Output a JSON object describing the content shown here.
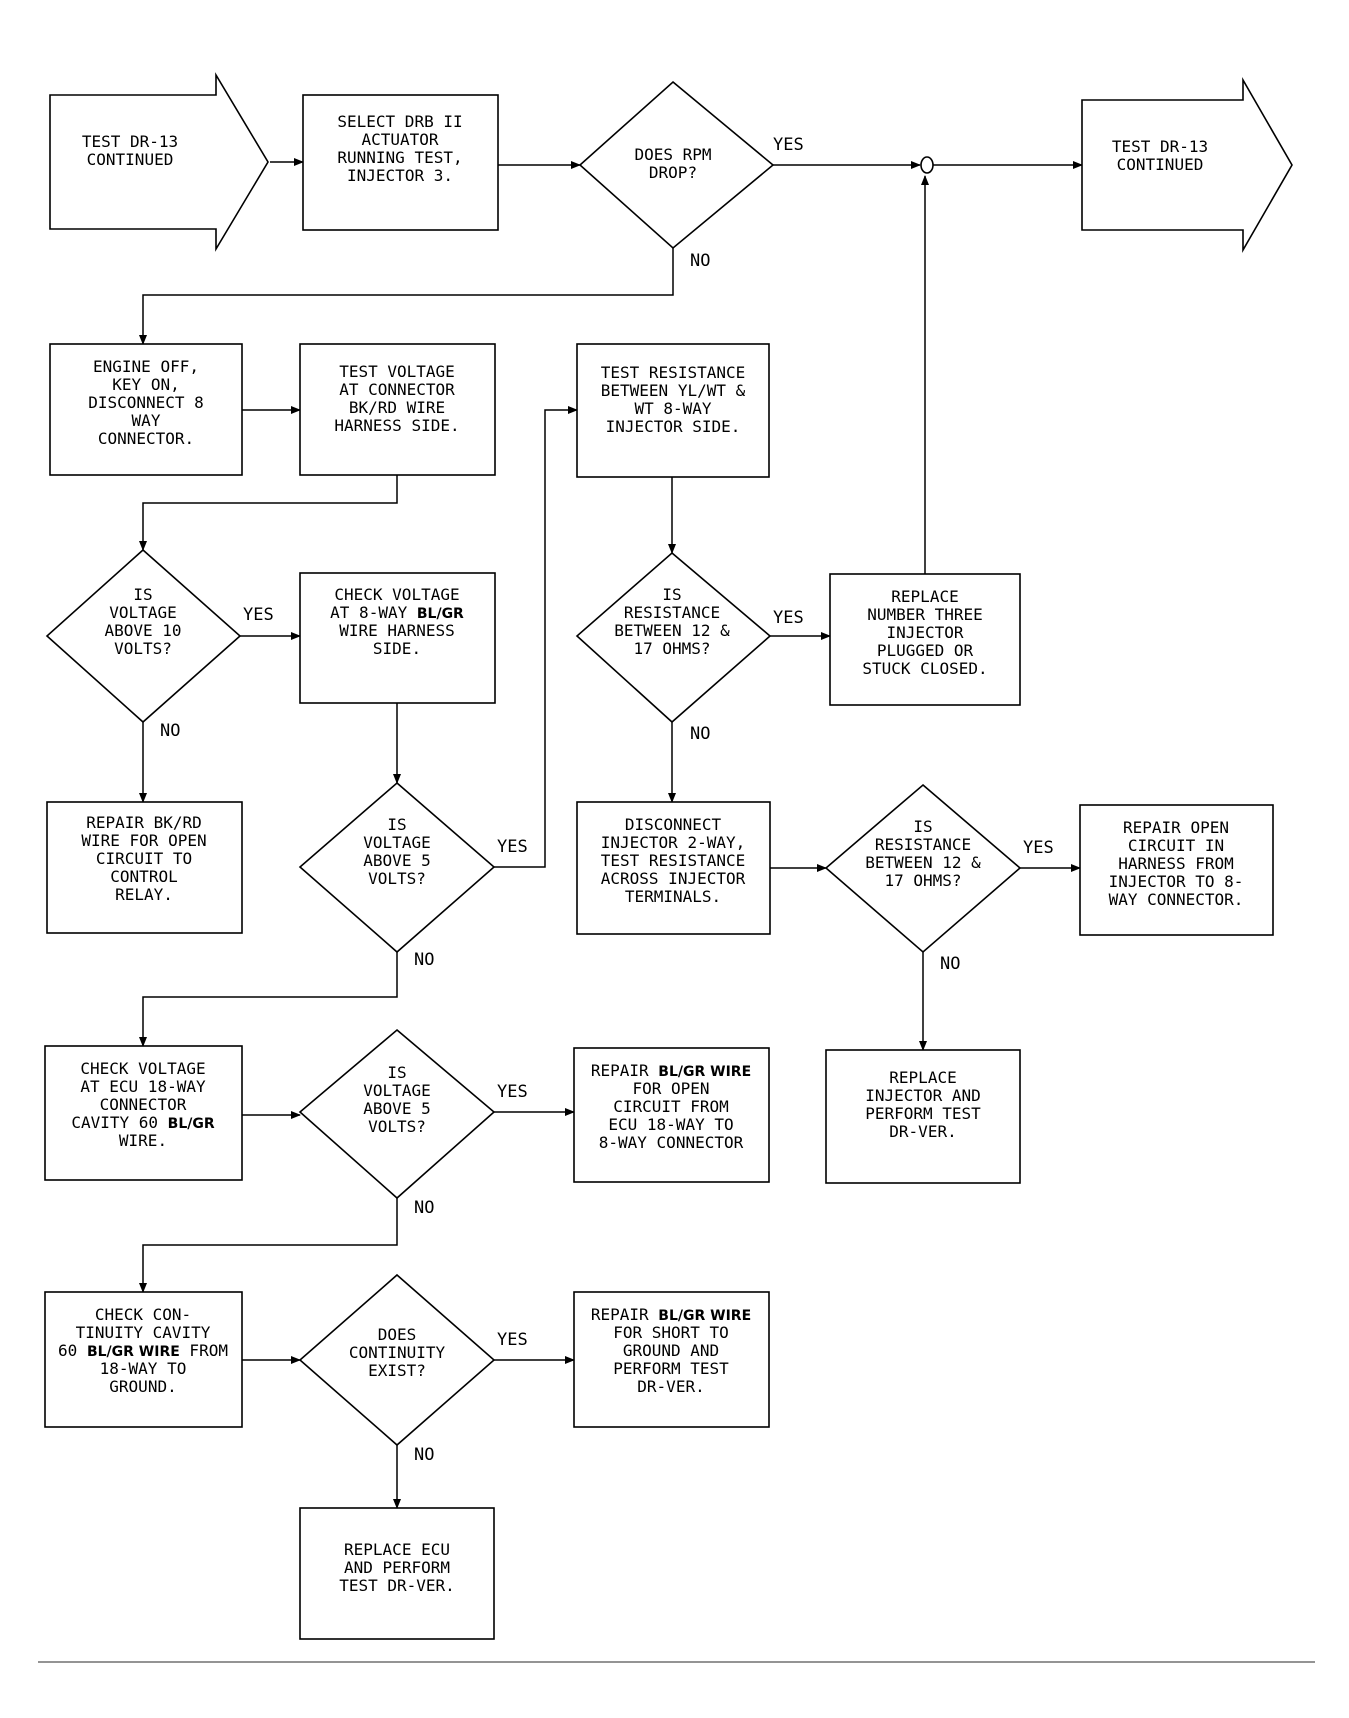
{
  "nodes": {
    "start": [
      "TEST DR-13",
      "CONTINUED"
    ],
    "n1": [
      "SELECT DRB II",
      "ACTUATOR",
      "RUNNING TEST,",
      "INJECTOR 3."
    ],
    "d1": [
      "DOES RPM",
      "DROP?"
    ],
    "end": [
      "TEST DR-13",
      "CONTINUED"
    ],
    "n2": [
      "ENGINE OFF,",
      "KEY ON,",
      "DISCONNECT 8",
      "WAY",
      "CONNECTOR."
    ],
    "n3": [
      "TEST VOLTAGE",
      "AT CONNECTOR",
      "BK/RD WIRE",
      "HARNESS SIDE."
    ],
    "n4": [
      "TEST RESISTANCE",
      "BETWEEN YL/WT &",
      "WT 8-WAY",
      "INJECTOR SIDE."
    ],
    "d2": [
      "IS",
      "VOLTAGE",
      "ABOVE 10",
      "VOLTS?"
    ],
    "n5": [
      "CHECK VOLTAGE",
      "AT 8-WAY BL/GR",
      "WIRE HARNESS",
      "SIDE."
    ],
    "d3": [
      "IS",
      "RESISTANCE",
      "BETWEEN 12 &",
      "17 OHMS?"
    ],
    "n6": [
      "REPLACE",
      "NUMBER THREE",
      "INJECTOR",
      "PLUGGED OR",
      "STUCK CLOSED."
    ],
    "n7": [
      "REPAIR BK/RD",
      "WIRE FOR OPEN",
      "CIRCUIT TO",
      "CONTROL",
      "RELAY."
    ],
    "d4": [
      "IS",
      "VOLTAGE",
      "ABOVE 5",
      "VOLTS?"
    ],
    "n8": [
      "DISCONNECT",
      "INJECTOR 2-WAY,",
      "TEST RESISTANCE",
      "ACROSS INJECTOR",
      "TERMINALS."
    ],
    "d5": [
      "IS",
      "RESISTANCE",
      "BETWEEN 12 &",
      "17 OHMS?"
    ],
    "n9": [
      "REPAIR OPEN",
      "CIRCUIT IN",
      "HARNESS FROM",
      "INJECTOR TO 8-",
      "WAY CONNECTOR."
    ],
    "n10": [
      "CHECK VOLTAGE",
      "AT ECU 18-WAY",
      "CONNECTOR",
      "CAVITY 60 BL/GR",
      "WIRE."
    ],
    "d6": [
      "IS",
      "VOLTAGE",
      "ABOVE 5",
      "VOLTS?"
    ],
    "n11": [
      "REPAIR BL/GR WIRE",
      "FOR OPEN",
      "CIRCUIT FROM",
      "ECU 18-WAY TO",
      "8-WAY CONNECTOR"
    ],
    "n12": [
      "REPLACE",
      "INJECTOR AND",
      "PERFORM TEST",
      "DR-VER."
    ],
    "n13": [
      "CHECK CON-",
      "TINUITY CAVITY",
      "60 BL/GR WIRE FROM",
      "18-WAY TO",
      "GROUND."
    ],
    "d7": [
      "DOES",
      "CONTINUITY",
      "EXIST?"
    ],
    "n14": [
      "REPAIR BL/GR WIRE",
      "FOR SHORT TO",
      "GROUND AND",
      "PERFORM TEST",
      "DR-VER."
    ],
    "n15": [
      "REPLACE ECU",
      "AND PERFORM",
      "TEST DR-VER."
    ]
  },
  "labels": {
    "yes": "YES",
    "no": "NO"
  }
}
